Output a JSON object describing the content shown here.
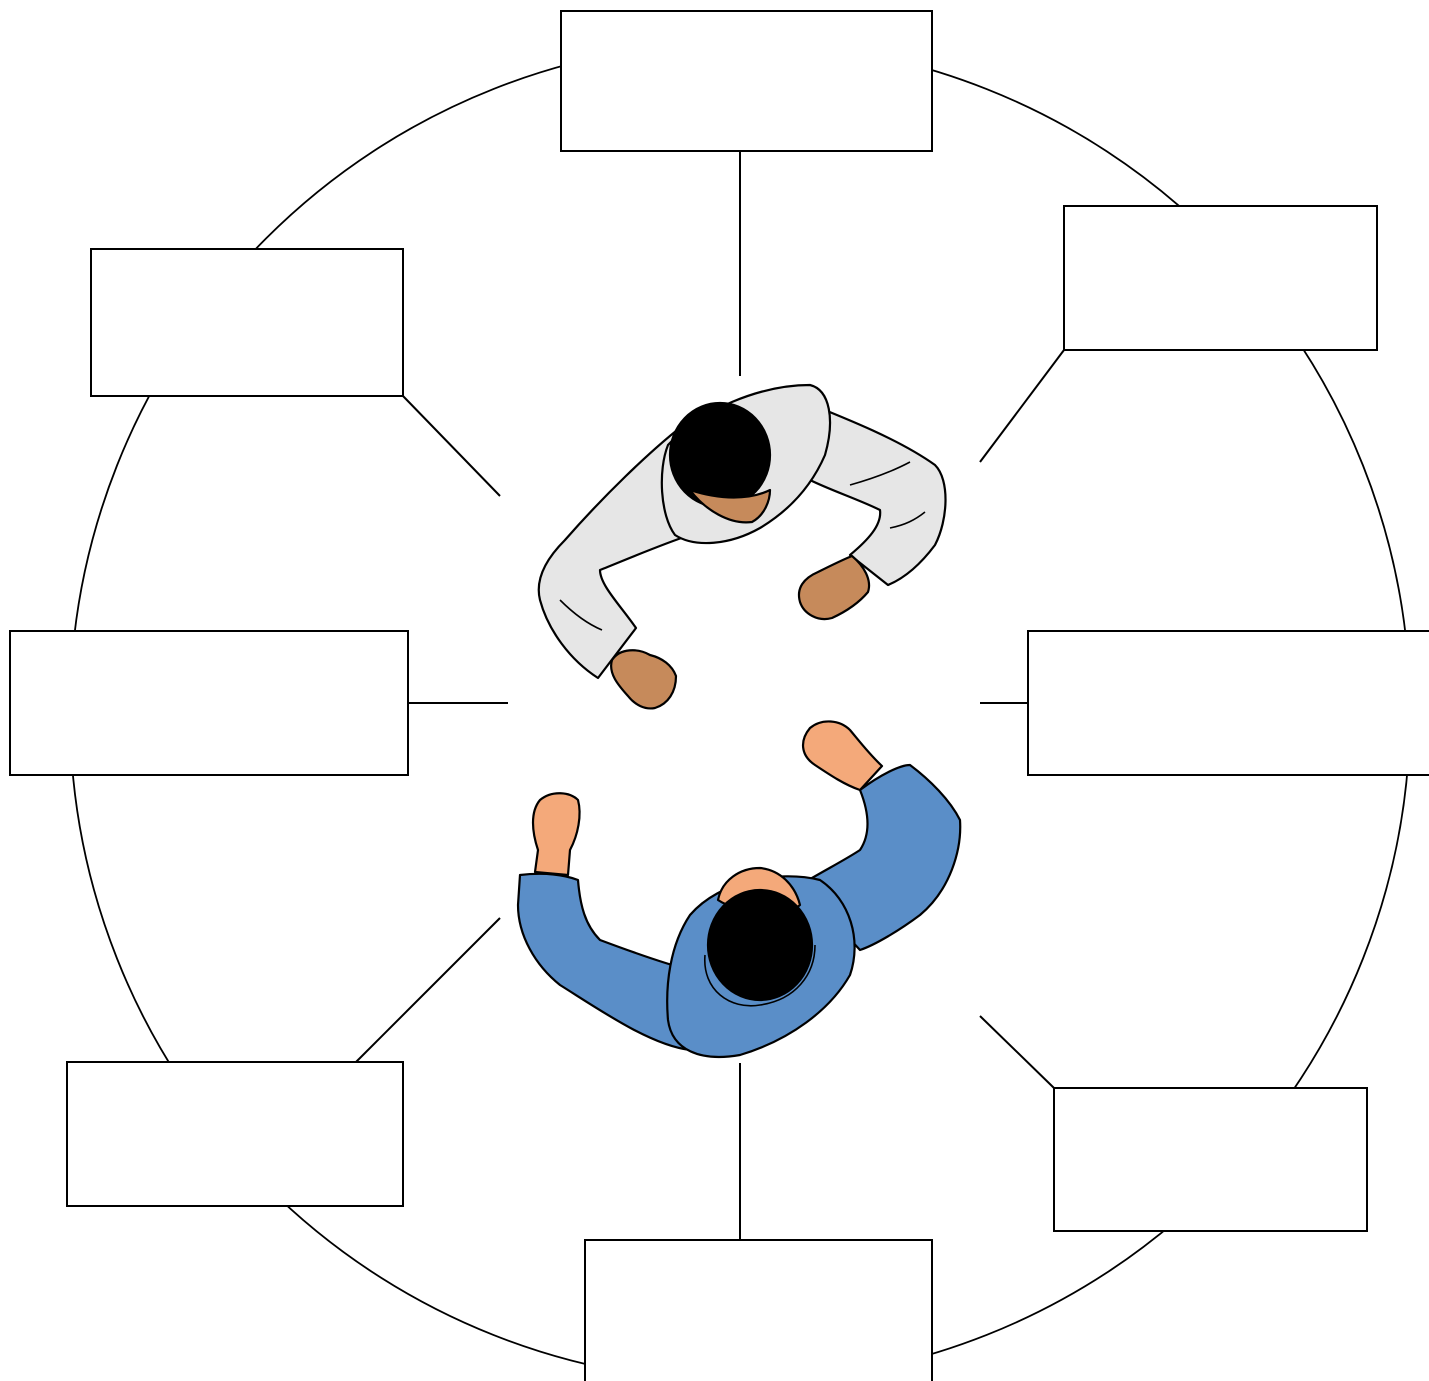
{
  "diagram": {
    "boxes": [
      {
        "id": "top",
        "label": ""
      },
      {
        "id": "top-right",
        "label": ""
      },
      {
        "id": "right",
        "label": ""
      },
      {
        "id": "bottom-right",
        "label": ""
      },
      {
        "id": "bottom",
        "label": ""
      },
      {
        "id": "bottom-left",
        "label": ""
      },
      {
        "id": "left",
        "label": ""
      },
      {
        "id": "top-left",
        "label": ""
      }
    ],
    "figures": [
      {
        "name": "person-white-shirt",
        "shirt_color": "#e6e6e6",
        "skin_color": "#c68a5b",
        "hair_color": "#000000"
      },
      {
        "name": "person-blue-shirt",
        "shirt_color": "#5a8ec8",
        "skin_color": "#f4a97a",
        "hair_color": "#000000"
      }
    ],
    "colors": {
      "stroke": "#000000",
      "background": "#ffffff"
    }
  }
}
